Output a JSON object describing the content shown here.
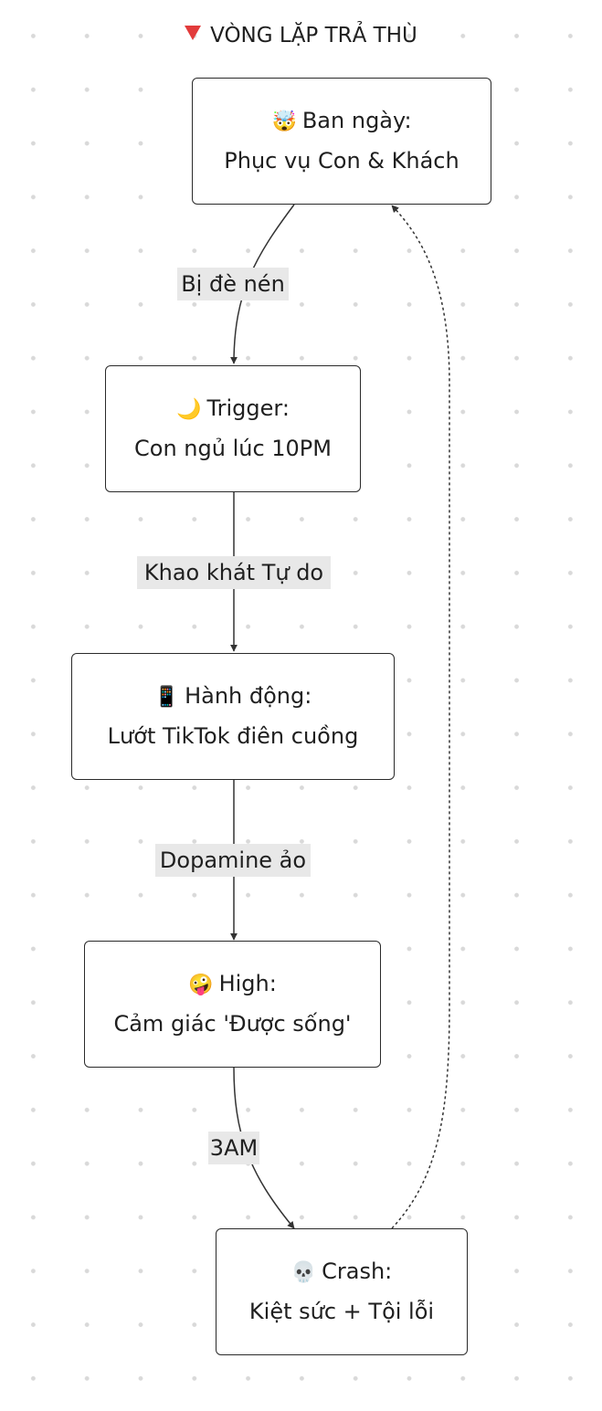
{
  "title": "VÒNG LẶP TRẢ THÙ",
  "nodes": [
    {
      "emoji": "🤯",
      "heading": "Ban ngày:",
      "text": "Phục vụ Con & Khách"
    },
    {
      "emoji": "🌙",
      "heading": "Trigger:",
      "text": "Con ngủ lúc 10PM"
    },
    {
      "emoji": "📱",
      "heading": "Hành động:",
      "text": "Lướt TikTok điên cuồng"
    },
    {
      "emoji": "🤪",
      "heading": "High:",
      "text": "Cảm giác 'Được sống'"
    },
    {
      "emoji": "💀",
      "heading": "Crash:",
      "text": "Kiệt sức + Tội lỗi"
    }
  ],
  "edges": [
    {
      "from": 0,
      "to": 1,
      "label": "Bị đè nén",
      "style": "solid"
    },
    {
      "from": 1,
      "to": 2,
      "label": "Khao khát Tự do",
      "style": "solid"
    },
    {
      "from": 2,
      "to": 3,
      "label": "Dopamine ảo",
      "style": "solid"
    },
    {
      "from": 3,
      "to": 4,
      "label": "3AM",
      "style": "solid"
    },
    {
      "from": 4,
      "to": 0,
      "label": "",
      "style": "dashed"
    }
  ],
  "colors": {
    "node_border": "#2a2a2a",
    "edge": "#333333",
    "label_background": "#e8e8e8",
    "title_marker": "#e23b3b"
  }
}
